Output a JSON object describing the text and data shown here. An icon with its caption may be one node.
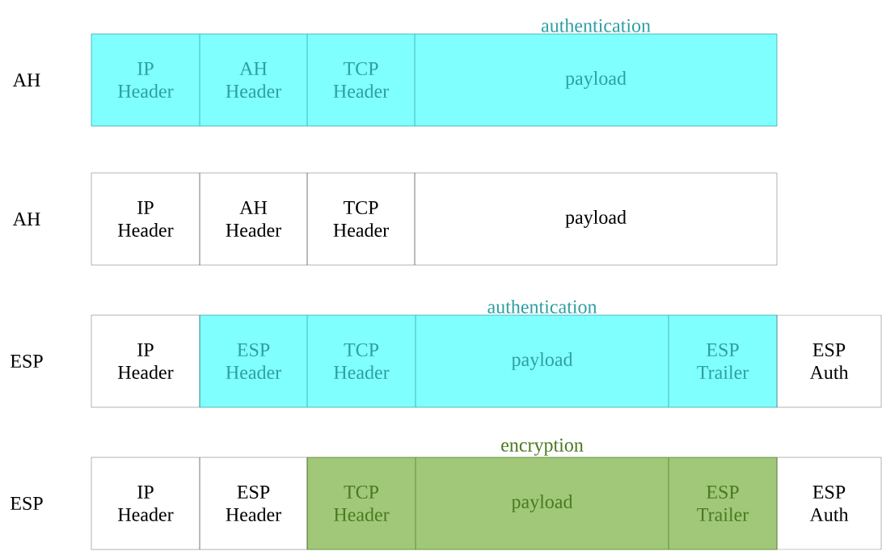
{
  "diagram": {
    "nodes": [
      {
        "text": [
          "authentication"
        ]
      },
      {
        "text": [
          "IP Header"
        ],
        "in": 0
      },
      {
        "text": [
          "AH Header"
        ],
        "in": 0
      },
      {
        "text": [
          "TCP Header"
        ],
        "in": 0
      },
      {
        "text": [
          "payload"
        ],
        "in": 0
      },
      {
        "text": [
          "IP Header"
        ]
      },
      {
        "text": [
          "AH Header"
        ]
      },
      {
        "text": [
          "TCP Header"
        ]
      },
      {
        "text": [
          "payload"
        ]
      },
      {
        "text": [
          "IP Header"
        ]
      },
      {
        "text": [
          "authentication"
        ]
      },
      {
        "text": [
          "ESP Header"
        ],
        "in": 10
      },
      {
        "text": [
          "TCP Header"
        ],
        "in": 10
      },
      {
        "text": [
          "payload"
        ],
        "in": 10
      },
      {
        "text": [
          "ESP Trailer"
        ],
        "in": 10
      },
      {
        "text": [
          "ESP Auth"
        ]
      },
      {
        "text": [
          "IP Header"
        ]
      },
      {
        "text": [
          "ESP Header"
        ]
      },
      {
        "text": [
          "encryption"
        ]
      },
      {
        "text": [
          "TCP Header"
        ],
        "in": 18
      },
      {
        "text": [
          "payload"
        ],
        "in": 18
      },
      {
        "text": [
          "ESP Trailer"
        ],
        "in": 18
      },
      {
        "text": [
          "ESP Auth"
        ]
      }
    ],
    "labels": [
      "AH",
      "AH",
      "ESP",
      "ESP"
    ]
  }
}
